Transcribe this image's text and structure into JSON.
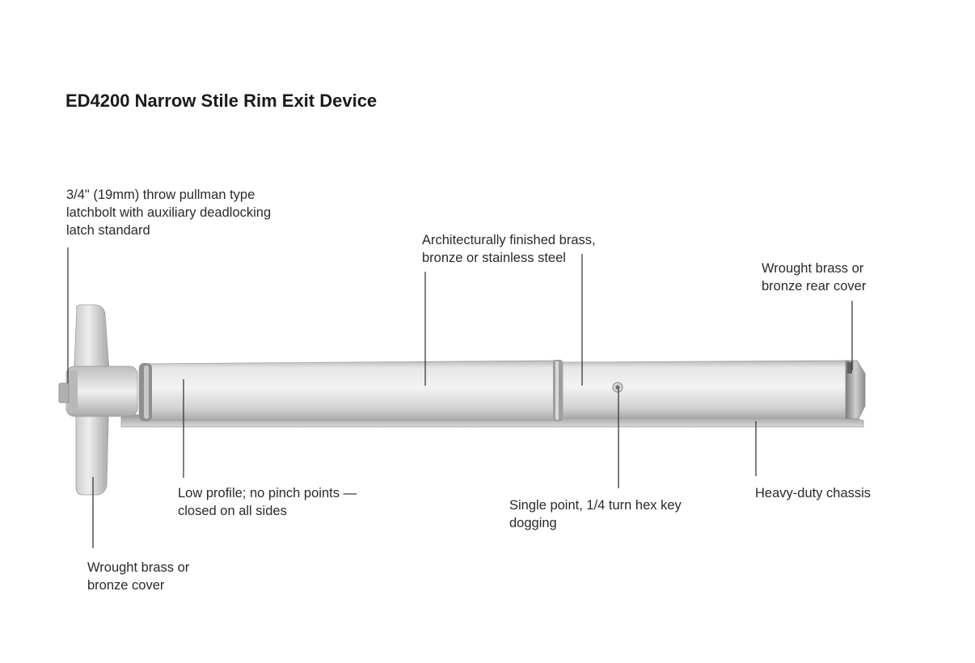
{
  "title": "ED4200 Narrow Stile Rim Exit Device",
  "callouts": {
    "latchbolt": [
      "3/4\" (19mm) throw pullman type",
      "latchbolt with auxiliary deadlocking",
      "latch standard"
    ],
    "finish": [
      "Architecturally finished brass,",
      "bronze or stainless steel"
    ],
    "rear_cover": [
      "Wrought brass or",
      "bronze rear cover"
    ],
    "low_profile": [
      "Low profile; no pinch points —",
      "closed on all sides"
    ],
    "dogging": [
      "Single point, 1/4 turn hex key",
      "dogging"
    ],
    "chassis": [
      "Heavy-duty chassis"
    ],
    "cover": [
      "Wrought brass or",
      "bronze cover"
    ]
  },
  "colors": {
    "metal_light": "#eeeeee",
    "metal_mid": "#c4c4c4",
    "metal_dark": "#8a8a8a",
    "leader_line": "#2b2b2b"
  }
}
